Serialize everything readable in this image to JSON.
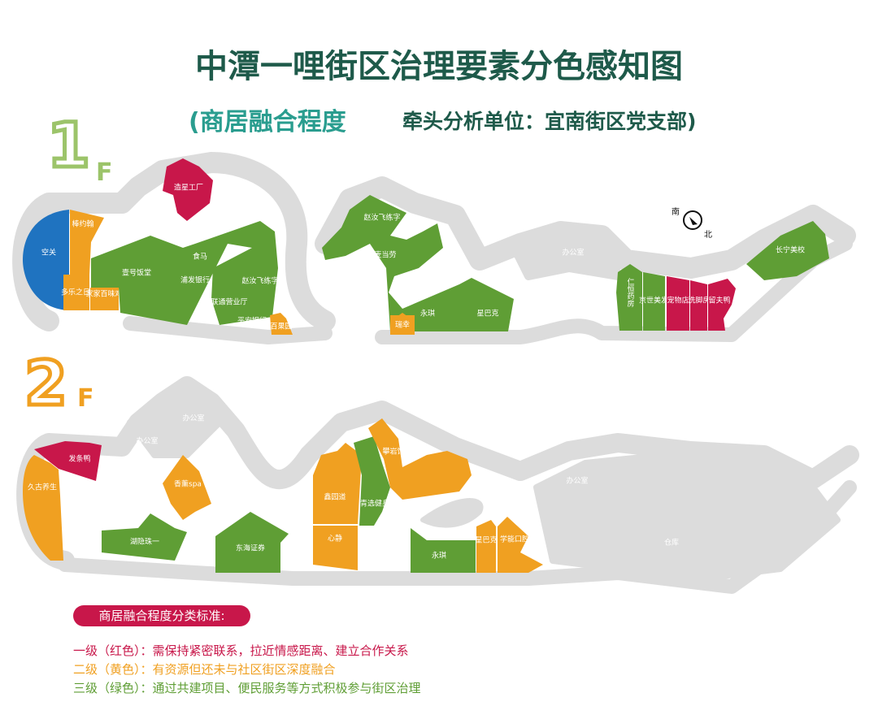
{
  "title": "中潭一哩街区治理要素分色感知图",
  "subtitle": {
    "topic": "(商居融合程度",
    "lead": "牵头分析单位：宜南街区党支部)"
  },
  "colors": {
    "red": "#c8174a",
    "orange": "#f0a021",
    "green": "#5f9e35",
    "blue": "#1f73c0",
    "gray": "#dcdcdc",
    "title": "#1e5a4a"
  },
  "floor1": {
    "number": "1",
    "suffix": "F",
    "compass": {
      "south": "南",
      "north": "北"
    },
    "stores": {
      "zaoxing": "造星工厂",
      "kongguan": "空关",
      "bangyuehan": "棒约翰",
      "duole": "多乐之日",
      "baiwei": "家家百味鸡",
      "yihao": "壹号饭堂",
      "shima": "食马",
      "pufa": "浦发银行",
      "zhaoru1": "赵汝飞练字",
      "liantong": "联通营业厅",
      "pingan": "平安银行",
      "baiguoyuan": "百果园",
      "zhaoru2": "赵汝飞练字",
      "maidanglao": "麦当劳",
      "ruixing": "瑞幸",
      "yongqi": "永琪",
      "xingbake": "星巴克",
      "office": "办公室",
      "renheng": "仁恒药房",
      "jingshi": "京世美发",
      "chongwu": "宠物店",
      "xijiao": "洗脚房",
      "liufuya": "留夫鸭",
      "changning": "长宁美校"
    }
  },
  "floor2": {
    "number": "2",
    "suffix": "F",
    "stores": {
      "fatiaoya": "发条鸭",
      "jiugu": "久古养生",
      "office1": "办公室",
      "office2": "办公室",
      "spa": "香薰spa",
      "huyin": "湖隐珠一",
      "donghai": "东海证券",
      "xinyuan": "鑫园道",
      "xinjing": "心静",
      "qingxuan": "青选健身",
      "panyan": "攀岩馆",
      "yongqi": "永琪",
      "xingbake": "星巴克",
      "xueneng": "学能口腔",
      "office3": "办公室",
      "cangku": "仓库"
    }
  },
  "legend": {
    "heading": "商居融合程度分类标准:",
    "items": [
      {
        "level": "一级（红色）：",
        "desc": "需保持紧密联系，拉近情感距离、建立合作关系"
      },
      {
        "level": "二级（黄色）：",
        "desc": "有资源但还未与社区街区深度融合"
      },
      {
        "level": "三级（绿色）：",
        "desc": "通过共建项目、便民服务等方式积极参与街区治理"
      }
    ]
  }
}
